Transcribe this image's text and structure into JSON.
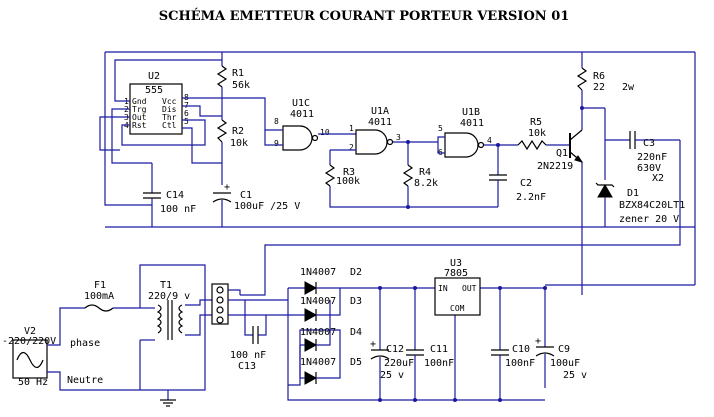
{
  "title": "SCHÉMA EMETTEUR COURANT PORTEUR VERSION 01",
  "u2": {
    "ref": "U2",
    "part": "555",
    "pins": [
      "Gnd",
      "Trg",
      "Out",
      "Rst"
    ],
    "pins_r": [
      "Vcc",
      "Dis",
      "Thr",
      "Ctl"
    ],
    "pin_nums_l": [
      "1",
      "2",
      "3",
      "4"
    ],
    "pin_nums_r": [
      "8",
      "7",
      "6",
      "5"
    ]
  },
  "r1": {
    "ref": "R1",
    "value": "56k"
  },
  "r2": {
    "ref": "R2",
    "value": "10k"
  },
  "c14": {
    "ref": "C14",
    "value": "100 nF"
  },
  "c1": {
    "ref": "C1",
    "value": "100uF /25 V"
  },
  "u1c": {
    "ref": "U1C",
    "part": "4011",
    "pins": [
      "8",
      "9",
      "10"
    ]
  },
  "u1a": {
    "ref": "U1A",
    "part": "4011",
    "pins": [
      "1",
      "2",
      "3"
    ]
  },
  "u1b": {
    "ref": "U1B",
    "part": "4011",
    "pins": [
      "5",
      "6",
      "4"
    ]
  },
  "r3": {
    "ref": "R3",
    "value": "100k"
  },
  "r4": {
    "ref": "R4",
    "value": "8.2k"
  },
  "r5": {
    "ref": "R5",
    "value": "10k"
  },
  "c2": {
    "ref": "C2",
    "value": "2.2nF"
  },
  "q1": {
    "ref": "Q1",
    "part": "2N2219"
  },
  "r6": {
    "ref": "R6",
    "value": "22",
    "power": "2w"
  },
  "c3": {
    "ref": "C3",
    "value": "220nF",
    "voltage": "630V",
    "mult": "X2"
  },
  "d1": {
    "ref": "D1",
    "part": "BZX84C20LT1",
    "desc": "zener 20 V"
  },
  "v2": {
    "ref": "V2",
    "value": "-220/220V",
    "freq": "50 Hz"
  },
  "f1": {
    "ref": "F1",
    "value": "100mA"
  },
  "t1": {
    "ref": "T1",
    "value": "220/9 v"
  },
  "labels": {
    "phase": "phase",
    "neutre": "Neutre"
  },
  "c13": {
    "ref": "C13",
    "value": "100 nF"
  },
  "diodes": [
    {
      "part": "1N4007",
      "ref": "D2"
    },
    {
      "part": "1N4007",
      "ref": "D3"
    },
    {
      "part": "1N4007",
      "ref": "D4"
    },
    {
      "part": "1N4007",
      "ref": "D5"
    }
  ],
  "u3": {
    "ref": "U3",
    "part": "7805",
    "in": "IN",
    "out": "OUT",
    "com": "COM"
  },
  "c12": {
    "ref": "C12",
    "value": "220uF",
    "voltage": "25 v"
  },
  "c11": {
    "ref": "C11",
    "value": "100nF"
  },
  "c10": {
    "ref": "C10",
    "value": "100nF"
  },
  "c9": {
    "ref": "C9",
    "value": "100uF",
    "voltage": "25 v"
  }
}
